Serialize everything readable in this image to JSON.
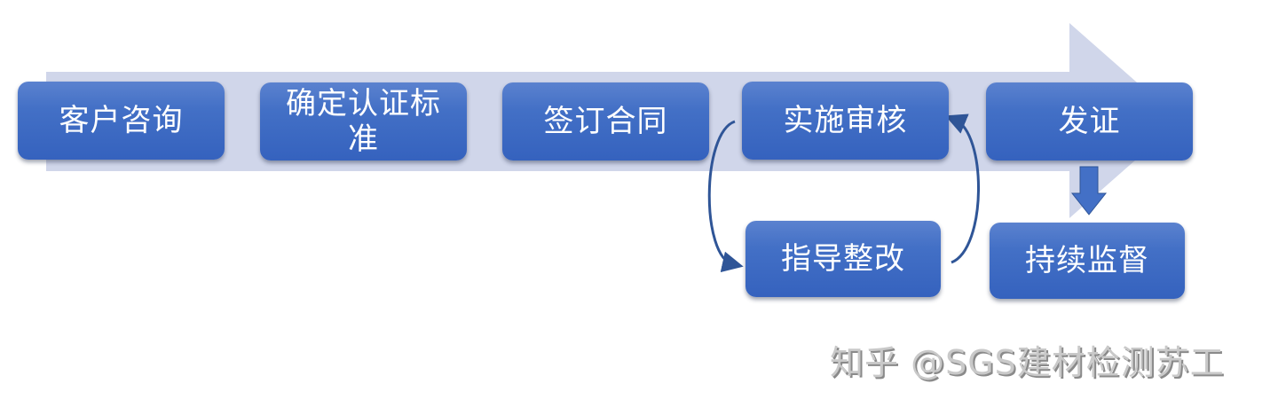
{
  "diagram": {
    "type": "process-flow",
    "colors": {
      "node_fill": "#4370c6",
      "node_text": "#ffffff",
      "big_arrow": "#d0d6ea",
      "connector": "#2f5597",
      "watermark": "#c9c9c9"
    },
    "nodes": [
      {
        "id": "n1",
        "label": "客户咨询"
      },
      {
        "id": "n2",
        "label": "确定认证标准"
      },
      {
        "id": "n3",
        "label": "签订合同"
      },
      {
        "id": "n4",
        "label": "实施审核"
      },
      {
        "id": "n5",
        "label": "发证"
      },
      {
        "id": "n6",
        "label": "指导整改"
      },
      {
        "id": "n7",
        "label": "持续监督"
      }
    ],
    "edges": [
      {
        "from": "n1",
        "to": "n2",
        "style": "background-arrow"
      },
      {
        "from": "n2",
        "to": "n3",
        "style": "background-arrow"
      },
      {
        "from": "n3",
        "to": "n4",
        "style": "background-arrow"
      },
      {
        "from": "n4",
        "to": "n5",
        "style": "background-arrow"
      },
      {
        "from": "n4",
        "to": "n6",
        "style": "curved-arrow"
      },
      {
        "from": "n6",
        "to": "n4",
        "style": "curved-arrow"
      },
      {
        "from": "n5",
        "to": "n7",
        "style": "block-down-arrow"
      }
    ]
  },
  "watermark": {
    "text": "知乎 @SGS建材检测苏工"
  }
}
